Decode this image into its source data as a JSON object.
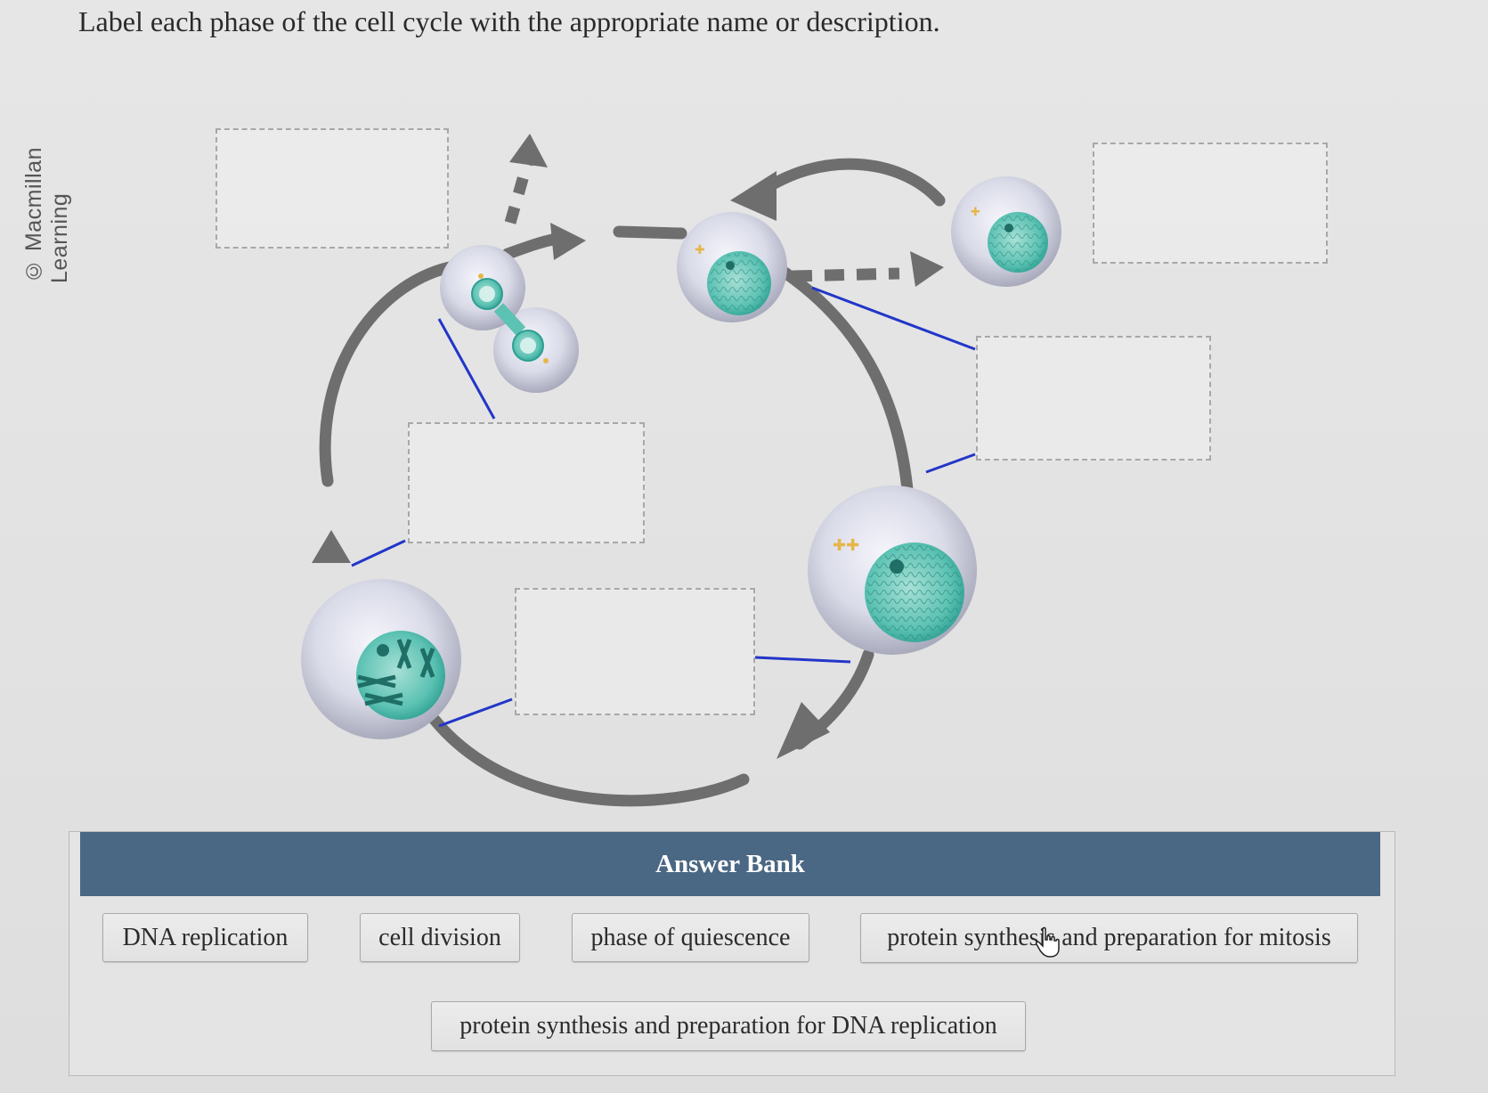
{
  "watermark": "© Macmillan Learning",
  "instruction": "Label each phase of the cell cycle with the appropriate name or description.",
  "answer_bank": {
    "header": "Answer Bank",
    "chips": [
      "DNA replication",
      "cell division",
      "phase of quiescence",
      "protein synthesis and preparation for mitosis",
      "protein synthesis and preparation for DNA replication"
    ]
  },
  "colors": {
    "arrow": "#6e6e6e",
    "leader_line": "#2236c8",
    "nucleus": "#3fb3a5",
    "header_bg": "#4a6783"
  }
}
